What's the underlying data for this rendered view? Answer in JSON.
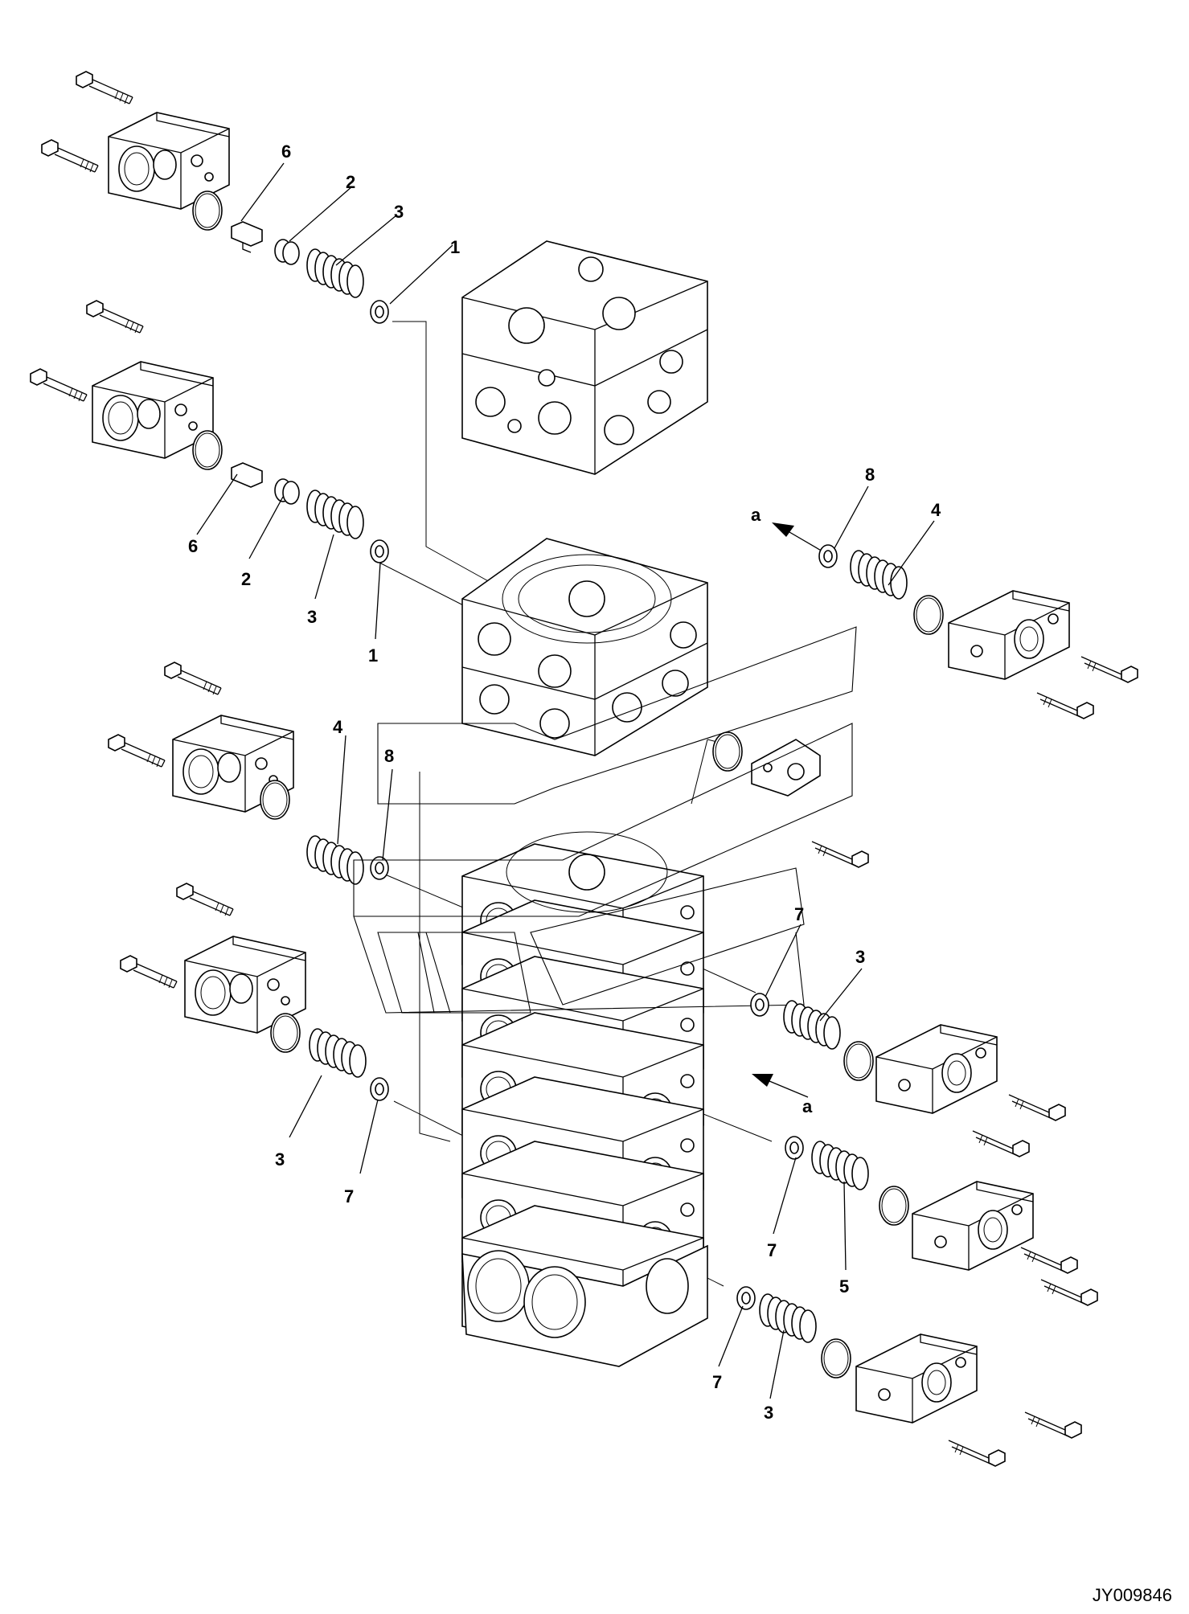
{
  "drawing": {
    "doc_id": "JY009846",
    "callouts": [
      {
        "id": "c6a",
        "text": "6"
      },
      {
        "id": "c2a",
        "text": "2"
      },
      {
        "id": "c3a",
        "text": "3"
      },
      {
        "id": "c1a",
        "text": "1"
      },
      {
        "id": "c6b",
        "text": "6"
      },
      {
        "id": "c2b",
        "text": "2"
      },
      {
        "id": "c3b",
        "text": "3"
      },
      {
        "id": "c1b",
        "text": "1"
      },
      {
        "id": "c8a",
        "text": "8"
      },
      {
        "id": "c4a",
        "text": "4"
      },
      {
        "id": "caa",
        "text": "a"
      },
      {
        "id": "c4b",
        "text": "4"
      },
      {
        "id": "c8b",
        "text": "8"
      },
      {
        "id": "c7a",
        "text": "7"
      },
      {
        "id": "c3c",
        "text": "3"
      },
      {
        "id": "cab",
        "text": "a"
      },
      {
        "id": "c3d",
        "text": "3"
      },
      {
        "id": "c7b",
        "text": "7"
      },
      {
        "id": "c7c",
        "text": "7"
      },
      {
        "id": "c5a",
        "text": "5"
      },
      {
        "id": "c7d",
        "text": "7"
      },
      {
        "id": "c3e",
        "text": "3"
      }
    ]
  }
}
